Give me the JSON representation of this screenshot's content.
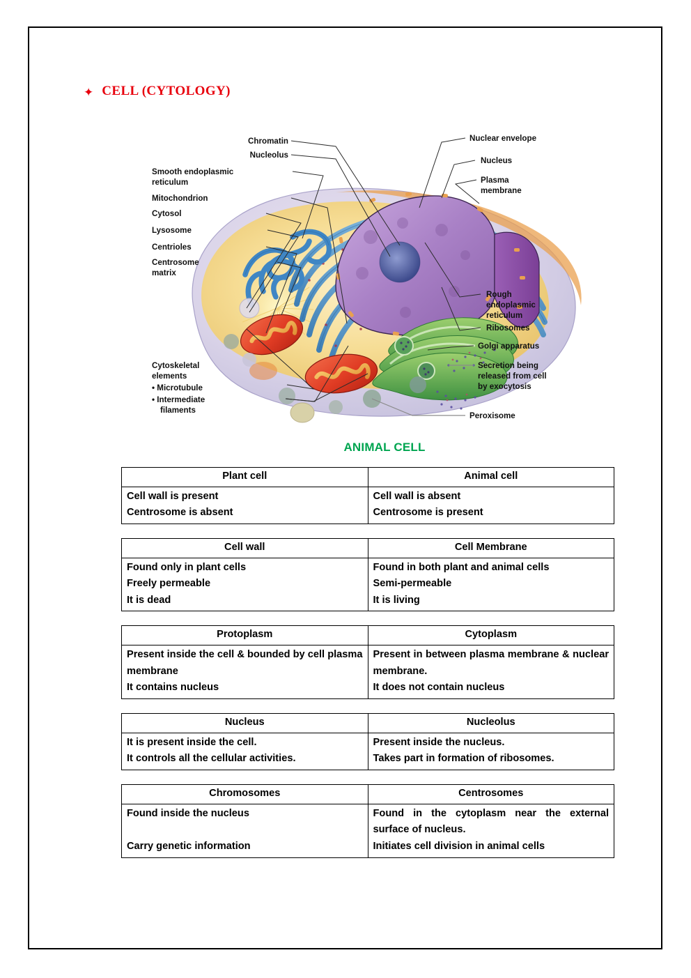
{
  "title": {
    "bullet": "diamond-bullet-icon",
    "text": "CELL (CYTOLOGY)"
  },
  "diagram": {
    "caption": "ANIMAL CELL",
    "caption_color": "#00A550",
    "labels_left": [
      "Smooth endoplasmic\nreticulum",
      "Mitochondrion",
      "Cytosol",
      "Lysosome",
      "Centrioles",
      "Centrosome\nmatrix",
      "Cytoskeletal\nelements",
      "• Microtubule",
      "• Intermediate\n   filaments"
    ],
    "labels_top": [
      "Chromatin",
      "Nucleolus"
    ],
    "labels_right": [
      "Nuclear envelope",
      "Nucleus",
      "Plasma\nmembrane",
      "Rough\nendoplasmic\nreticulum",
      "Ribosomes",
      "Golgi apparatus",
      "Secretion being\nreleased from cell\nby exocytosis",
      "Peroxisome"
    ],
    "l": {
      "chromatin": "Chromatin",
      "nucleolus": "Nucleolus",
      "smooth_er_1": "Smooth endoplasmic",
      "smooth_er_2": "reticulum",
      "mitochondrion": "Mitochondrion",
      "cytosol": "Cytosol",
      "lysosome": "Lysosome",
      "centrioles": "Centrioles",
      "centrosome_1": "Centrosome",
      "centrosome_2": "matrix",
      "cytoskeletal_1": "Cytoskeletal",
      "cytoskeletal_2": "elements",
      "microtubule": "• Microtubule",
      "intermediate_1": "• Intermediate",
      "intermediate_2": "filaments",
      "nuclear_envelope": "Nuclear envelope",
      "nucleus": "Nucleus",
      "plasma_1": "Plasma",
      "plasma_2": "membrane",
      "rough_er_1": "Rough",
      "rough_er_2": "endoplasmic",
      "rough_er_3": "reticulum",
      "ribosomes": "Ribosomes",
      "golgi": "Golgi apparatus",
      "secretion_1": "Secretion being",
      "secretion_2": "released from cell",
      "secretion_3": "by exocytosis",
      "peroxisome": "Peroxisome"
    }
  },
  "tables": [
    {
      "headers": [
        "Plant cell",
        "Animal cell"
      ],
      "left_lines": [
        "Cell wall is present",
        "Centrosome is absent"
      ],
      "right_lines": [
        "Cell wall is absent",
        "Centrosome is present"
      ],
      "left_justify": false,
      "right_justify": false
    },
    {
      "headers": [
        "Cell wall",
        "Cell Membrane"
      ],
      "left_lines": [
        "Found only in plant cells",
        "Freely permeable",
        "It is dead"
      ],
      "right_lines": [
        "Found in both plant and animal cells",
        "Semi-permeable",
        "It is living"
      ],
      "left_justify": false,
      "right_justify": false
    },
    {
      "headers": [
        "Protoplasm",
        "Cytoplasm"
      ],
      "left_lines": [
        "Present inside the cell & bounded by cell plasma membrane",
        "It contains nucleus"
      ],
      "right_lines": [
        "Present in between plasma membrane & nuclear membrane.",
        "It does not contain nucleus"
      ],
      "left_justify": true,
      "right_justify": true
    },
    {
      "headers": [
        "Nucleus",
        "Nucleolus"
      ],
      "left_lines": [
        "It is present inside the cell.",
        "It controls all the cellular activities."
      ],
      "right_lines": [
        "Present inside the nucleus.",
        "Takes part in formation of ribosomes."
      ],
      "left_justify": false,
      "right_justify": false
    },
    {
      "headers": [
        "Chromosomes",
        "Centrosomes"
      ],
      "left_lines": [
        "Found inside the nucleus",
        "",
        "Carry genetic information"
      ],
      "right_lines": [
        "Found in the cytoplasm near the external surface of nucleus.",
        "Initiates cell division in animal cells"
      ],
      "left_justify": false,
      "right_justify": true
    }
  ]
}
